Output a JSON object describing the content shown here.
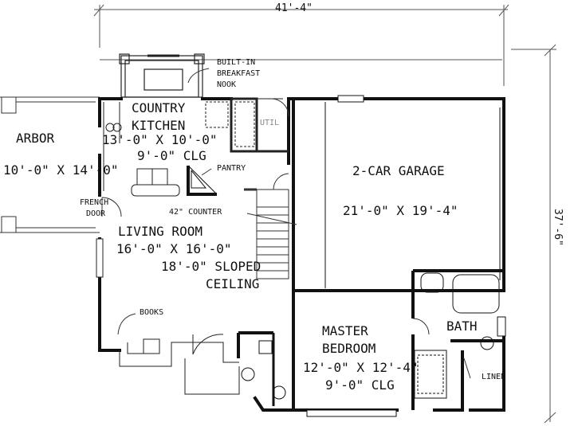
{
  "dimensions": {
    "overall_width": "41'-4\"",
    "overall_depth": "37'-6\""
  },
  "rooms": {
    "arbor": {
      "name": "ARBOR",
      "size": "10'-0\" X 14'-0\""
    },
    "kitchen": {
      "name_line1": "COUNTRY",
      "name_line2": "KITCHEN",
      "size": "13'-0\" X 10'-0\"",
      "ceiling": "9'-0\" CLG"
    },
    "garage": {
      "name": "2-CAR GARAGE",
      "size": "21'-0\"  X 19'-4\""
    },
    "living": {
      "name": "LIVING ROOM",
      "size": "16'-0\" X 16'-0\"",
      "ceiling_line1": "18'-0\" SLOPED",
      "ceiling_line2": "CEILING"
    },
    "master": {
      "name_line1": "MASTER",
      "name_line2": "BEDROOM",
      "size": "12'-0\" X 12'-4\"",
      "ceiling": "9'-0\" CLG"
    },
    "bath": {
      "name": "BATH"
    }
  },
  "notes": {
    "nook_line1": "BUILT-IN",
    "nook_line2": "BREAKFAST",
    "nook_line3": "NOOK",
    "util": "UTIL",
    "pantry": "PANTRY",
    "french_door_line1": "FRENCH",
    "french_door_line2": "DOOR",
    "counter": "42\" COUNTER",
    "books": "BOOKS",
    "linen": "LINEN"
  }
}
